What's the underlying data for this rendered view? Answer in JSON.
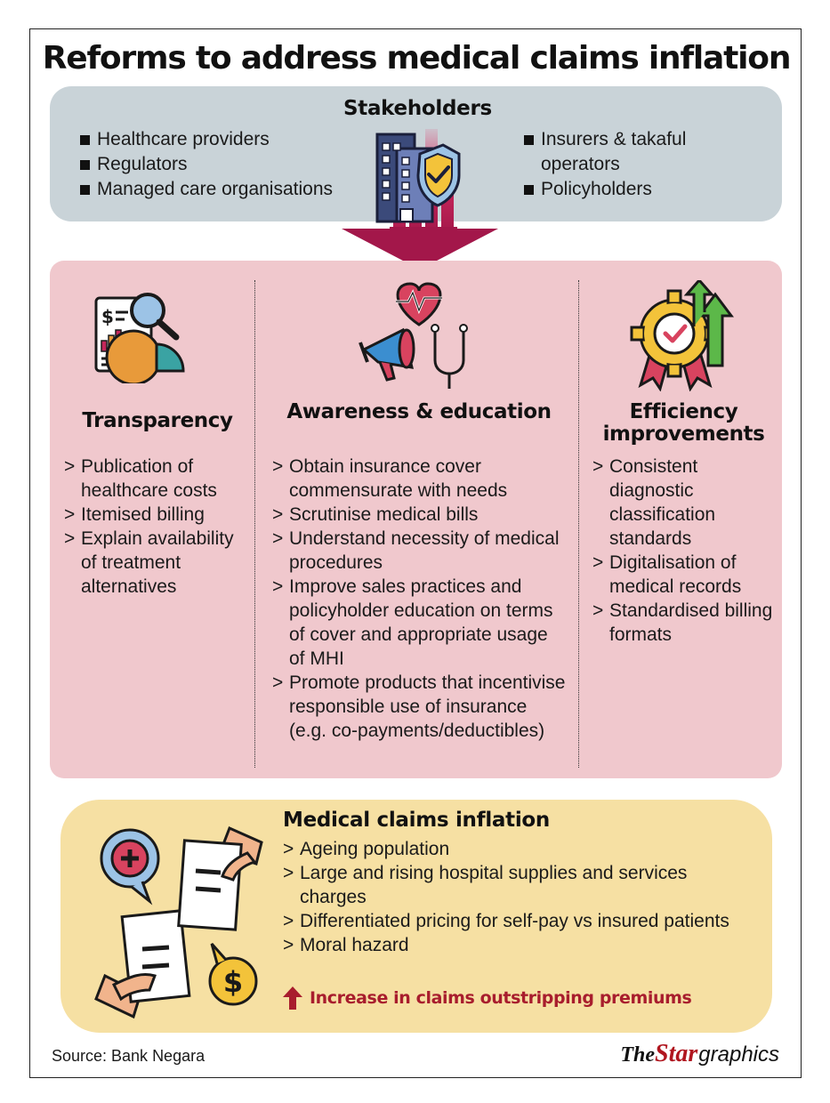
{
  "title": "Reforms to address medical claims inflation",
  "stakeholders": {
    "title": "Stakeholders",
    "left": [
      "Healthcare providers",
      "Regulators",
      "Managed care organisations"
    ],
    "right": [
      "Insurers & takaful operators",
      "Policyholders"
    ]
  },
  "columns": [
    {
      "title": "Transparency",
      "items": [
        "Publication of healthcare costs",
        "Itemised billing",
        "Explain availability of treatment alternatives"
      ]
    },
    {
      "title": "Awareness & education",
      "items": [
        "Obtain insurance cover commensurate with needs",
        "Scrutinise medical bills",
        "Understand necessity of medical procedures",
        "Improve sales practices and policyholder education on terms of cover and appropriate usage of MHI",
        "Promote products that incentivise responsible use of insurance (e.g. co-payments/deductibles)"
      ]
    },
    {
      "title": "Efficiency improvements",
      "items": [
        "Consistent diagnostic classification standards",
        "Digitalisation of medical records",
        "Standardised billing formats"
      ]
    }
  ],
  "inflation": {
    "title": "Medical claims inflation",
    "items": [
      "Ageing population",
      "Large and rising hospital supplies and services charges",
      "Differentiated pricing for self-pay vs insured patients",
      "Moral hazard"
    ],
    "alert": "Increase in claims outstripping premiums"
  },
  "source": "Source: Bank Negara",
  "brand": {
    "the": "The",
    "star": "Star",
    "graphics": "graphics"
  },
  "colors": {
    "stakeholder_bg": "#c9d3d8",
    "reform_bg": "#f0c8cd",
    "inflation_bg": "#f6e0a3",
    "accent_red": "#a81d2d",
    "arrow_magenta": "#c4265a"
  },
  "icons": [
    "building-shield-icon",
    "down-arrow-icon",
    "report-magnifier-icon",
    "heart-megaphone-stethoscope-icon",
    "gear-badge-arrows-icon",
    "medical-documents-icon",
    "up-arrow-icon"
  ]
}
